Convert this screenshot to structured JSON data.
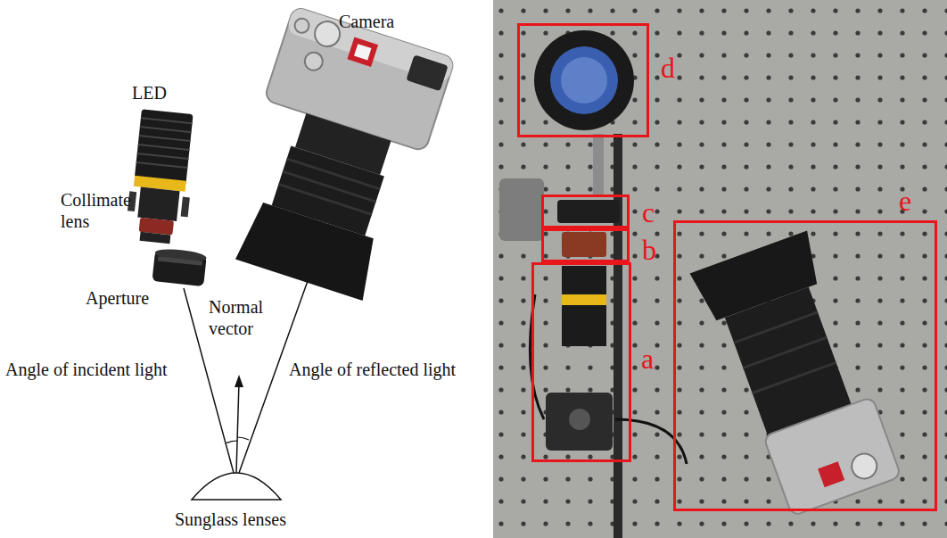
{
  "diagram": {
    "nodes": [
      {
        "text": [
          "d"
        ]
      },
      {
        "text": [
          "c"
        ]
      },
      {
        "text": [
          "b"
        ]
      },
      {
        "text": [
          "a"
        ]
      },
      {
        "text": [
          "e"
        ]
      }
    ],
    "labels": [
      "LED",
      "Camera",
      "Collimate lens",
      "Aperture",
      "Normal vector",
      "Angle of incident light",
      "Angle of reflected light",
      "Sunglass lenses"
    ]
  }
}
